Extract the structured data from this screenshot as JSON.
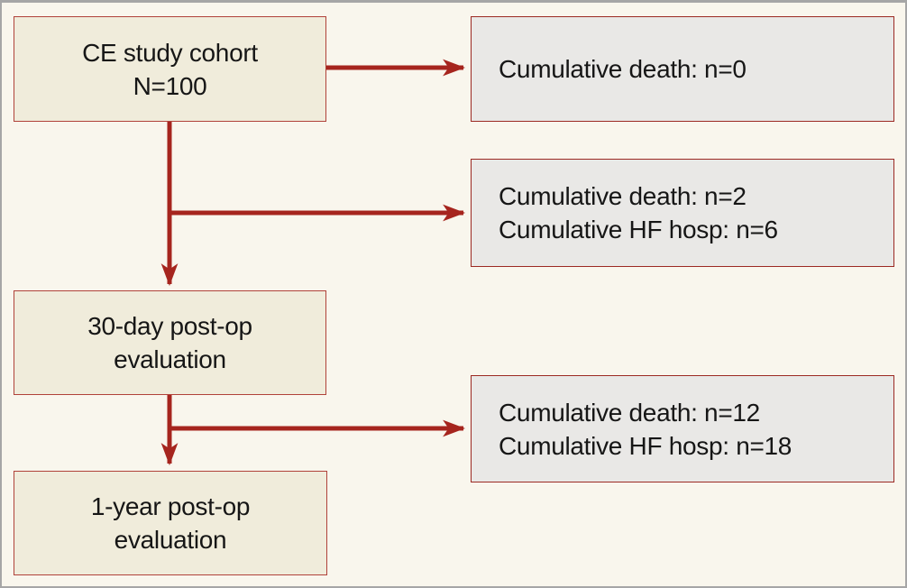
{
  "diagram": {
    "type": "flowchart",
    "stages": [
      {
        "id": "ce-cohort",
        "lines": [
          "CE study cohort",
          "N=100"
        ]
      },
      {
        "id": "30-day-post-op",
        "lines": [
          "30-day post-op",
          "evaluation"
        ]
      },
      {
        "id": "1-year-post-op",
        "lines": [
          "1-year post-op",
          "evaluation"
        ]
      }
    ],
    "outcomes": [
      {
        "id": "outcome-baseline",
        "lines": [
          "Cumulative death: n=0"
        ]
      },
      {
        "id": "outcome-30-day",
        "lines": [
          "Cumulative death: n=2",
          "Cumulative HF hosp: n=6"
        ]
      },
      {
        "id": "outcome-1-year",
        "lines": [
          "Cumulative death: n=12",
          "Cumulative HF hosp: n=18"
        ]
      }
    ],
    "colors": {
      "background": "#f9f6ed",
      "frame_border": "#a6a6a6",
      "stage_box_fill": "#f0ecdb",
      "stage_box_border": "#b0423a",
      "outcome_box_fill": "#e9e8e6",
      "outcome_box_border": "#9c2a23",
      "arrow": "#a6251e",
      "text": "#161616"
    }
  }
}
